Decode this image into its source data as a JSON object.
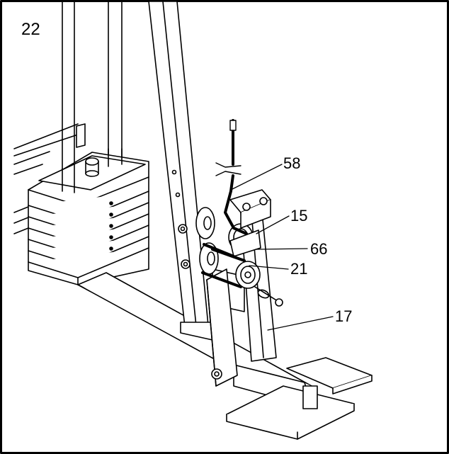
{
  "step_number": "22",
  "part_labels": {
    "cable": "58",
    "bracket": "15",
    "pulley_lower": "21",
    "bolt": "66",
    "frame_rear": "17"
  }
}
